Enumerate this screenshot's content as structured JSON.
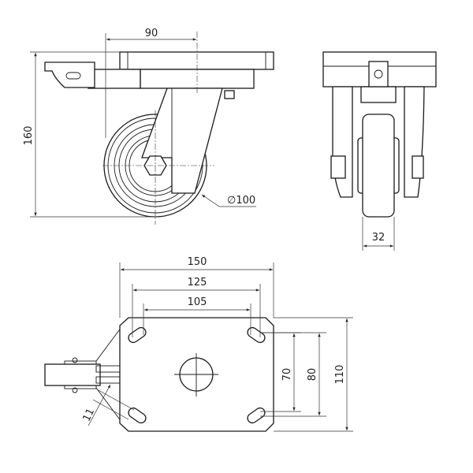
{
  "drawing": {
    "side_view": {
      "dim_offset": "90",
      "dim_height": "160",
      "dim_wheel_diameter": "∅100"
    },
    "front_view": {
      "dim_wheel_width": "32"
    },
    "top_view": {
      "dim_plate_width": "150",
      "dim_hole_span_outer": "125",
      "dim_hole_span_inner": "105",
      "dim_hole_span_y_inner": "70",
      "dim_hole_span_y_outer": "80",
      "dim_plate_length": "110",
      "dim_slot_width": "11"
    }
  }
}
